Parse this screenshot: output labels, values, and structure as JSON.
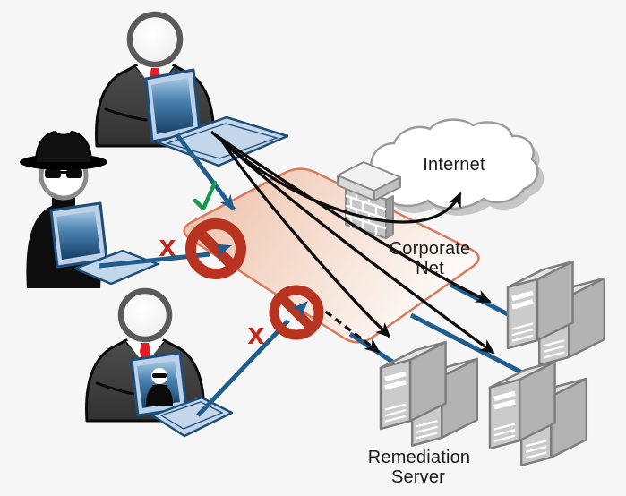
{
  "title": "Network admission control diagram",
  "background": "#f6f6f6",
  "labels": {
    "internet": "Internet",
    "corporate_net_line1": "Corporate",
    "corporate_net_line2": "Net",
    "remediation_line1": "Remediation",
    "remediation_line2": "Server"
  },
  "marks": {
    "allowed_check": "√",
    "blocked_x_attacker": "x",
    "blocked_x_infected": "x"
  },
  "colors": {
    "connection_blue": "#1f5d8c",
    "black_line": "#0e0e0e",
    "prohibition_red": "#b93321",
    "x_red": "#c1271b",
    "check_green": "#18984b",
    "zone_fill": "#eec3ac",
    "zone_border": "#d87a5b",
    "label_text": "#1a1a1a",
    "server_gray": "#c9c9c9",
    "tie_red": "#e11d23",
    "laptop_frame": "#bdd2e8",
    "laptop_outline": "#1d4e79",
    "screen_blue_dark": "#143e66"
  },
  "icons": {
    "employee": "businessman-with-laptop",
    "attacker": "hacker-hat-sunglasses-laptop",
    "infected_employee": "businessman-with-infected-laptop",
    "firewall": "brick-wall",
    "internet": "cloud",
    "remediation_server": "server-tower-pair",
    "blocked": "prohibition-circle"
  }
}
